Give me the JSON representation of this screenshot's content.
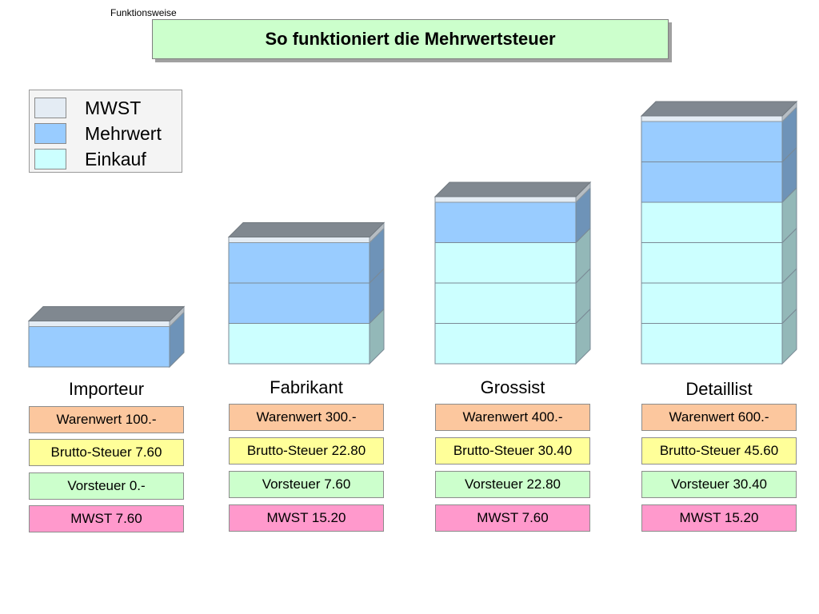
{
  "header": {
    "caption": "Funktionsweise",
    "title": "So funktioniert die Mehrwertsteuer"
  },
  "legend": [
    {
      "label": "MWST",
      "color": "#e4ecf4"
    },
    {
      "label": "Mehrwert",
      "color": "#99ccff"
    },
    {
      "label": "Einkauf",
      "color": "#ccffff"
    }
  ],
  "colors": {
    "mwst": "#e4ecf4",
    "mehrwert": "#99ccff",
    "einkauf": "#ccffff",
    "lid_top": "#808890",
    "warenwert": "#fcc79e",
    "brutto_steuer": "#ffff99",
    "vorsteuer": "#ccffcc",
    "mwst_box": "#ff99cc"
  },
  "columns": [
    {
      "name": "Importeur",
      "einkauf_blocks": 0,
      "mehrwert_blocks": 1,
      "warenwert": "Warenwert 100.-",
      "brutto_steuer": "Brutto-Steuer 7.60",
      "vorsteuer": "Vorsteuer 0.-",
      "mwst": "MWST 7.60"
    },
    {
      "name": "Fabrikant",
      "einkauf_blocks": 1,
      "mehrwert_blocks": 2,
      "warenwert": "Warenwert 300.-",
      "brutto_steuer": "Brutto-Steuer 22.80",
      "vorsteuer": "Vorsteuer 7.60",
      "mwst": "MWST 15.20"
    },
    {
      "name": "Grossist",
      "einkauf_blocks": 3,
      "mehrwert_blocks": 1,
      "warenwert": "Warenwert 400.-",
      "brutto_steuer": "Brutto-Steuer 30.40",
      "vorsteuer": "Vorsteuer 22.80",
      "mwst": "MWST 7.60"
    },
    {
      "name": "Detaillist",
      "einkauf_blocks": 4,
      "mehrwert_blocks": 2,
      "warenwert": "Warenwert 600.-",
      "brutto_steuer": "Brutto-Steuer 45.60",
      "vorsteuer": "Vorsteuer 30.40",
      "mwst": "MWST 15.20"
    }
  ]
}
